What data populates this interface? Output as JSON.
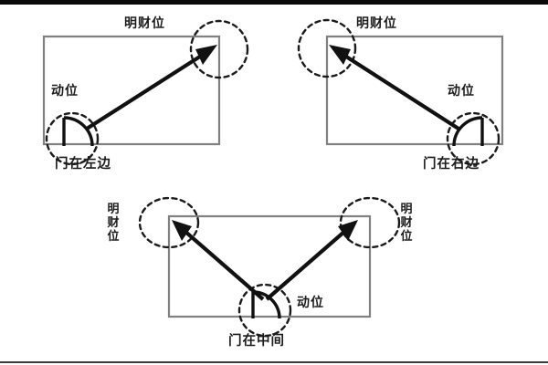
{
  "figure": {
    "title_visible": false,
    "background_color": "#ffffff",
    "wall_color": "#808080",
    "ink_color": "#111111"
  },
  "diagrams": [
    {
      "id": "door-left",
      "caption": "门在左边",
      "wealth_label": "明财位",
      "door_label": "动位",
      "wealth_corner": "top-right",
      "door_position": "bottom-left"
    },
    {
      "id": "door-right",
      "caption": "门在右边",
      "wealth_label": "明财位",
      "door_label": "动位",
      "wealth_corner": "top-left",
      "door_position": "bottom-right"
    },
    {
      "id": "door-center",
      "caption": "门在中间",
      "wealth_label_left": "明财位",
      "wealth_label_right": "明财位",
      "door_label": "动位",
      "wealth_corner": "both-top",
      "door_position": "bottom-center"
    }
  ]
}
